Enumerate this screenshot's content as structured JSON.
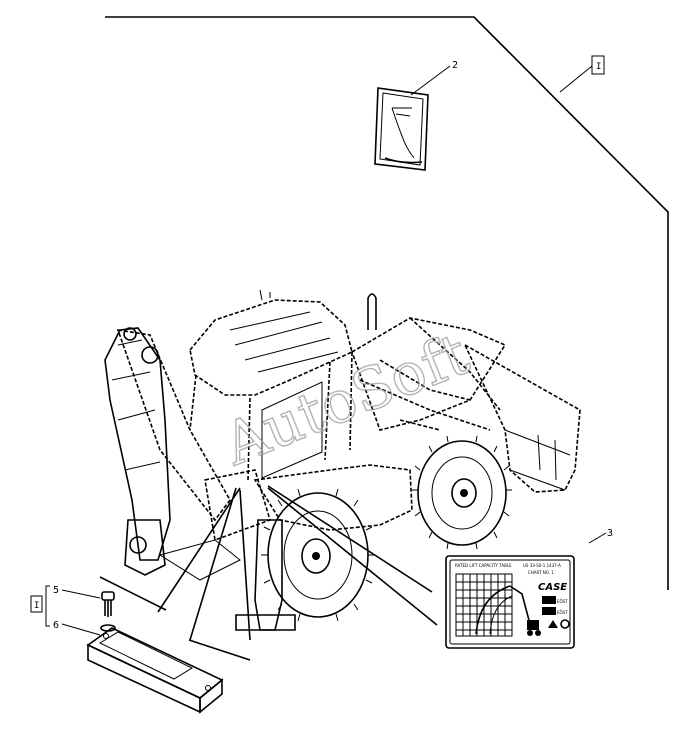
{
  "callouts": {
    "ref_box_top": "I",
    "ref_box_left": "I",
    "item_2": "2",
    "item_3": "3",
    "item_5": "5",
    "item_6": "6"
  },
  "watermark": "AutoSoft",
  "decal": {
    "title": "RATED LIFT CAPACITY TABLE",
    "ref_top": "US 33-S0-1 1437-A",
    "ref_sub": "CHART NO. 1",
    "brand": "CASE",
    "model_1": "EÕST",
    "model_2": "EÕST"
  },
  "colors": {
    "line": "#000000",
    "background": "#ffffff",
    "watermark": "#9a9a9a"
  }
}
